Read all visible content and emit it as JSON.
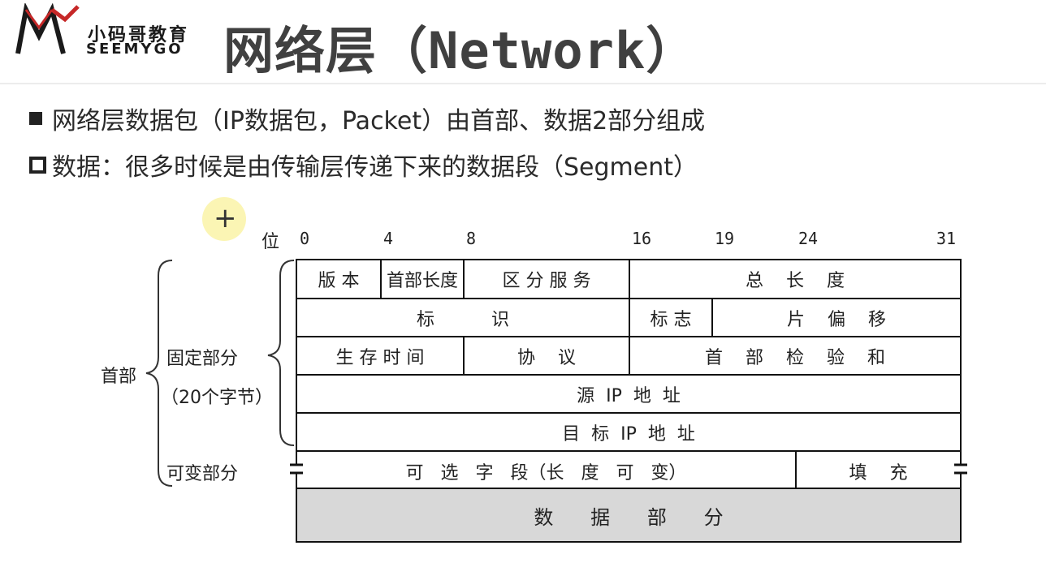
{
  "logo": {
    "cn": "小码哥教育",
    "en": "SEEMYGO"
  },
  "title": "网络层（Network）",
  "bullets": [
    "网络层数据包（IP数据包，Packet）由首部、数据2部分组成",
    "数据：很多时候是由传输层传递下来的数据段（Segment）"
  ],
  "diagram": {
    "bit_word": "位",
    "bit_labels": [
      "0",
      "4",
      "8",
      "16",
      "19",
      "24",
      "31"
    ],
    "side_labels": {
      "header": "首部",
      "fixed": "固定部分",
      "fixed_size": "（20个字节）",
      "variable": "可变部分"
    },
    "rows": {
      "r1": [
        "版 本",
        "首部长度",
        "区 分 服 务",
        "总    长    度"
      ],
      "r2": [
        "标          识",
        "标 志",
        "片    偏    移"
      ],
      "r3": [
        "生 存 时 间",
        "协    议",
        "首    部    检    验    和"
      ],
      "r4": [
        "源  IP  地  址"
      ],
      "r5": [
        "目  标  IP  地  址"
      ],
      "r6": [
        "可   选   字   段（长   度   可   变）",
        "填    充"
      ],
      "data": "数      据      部      分"
    }
  }
}
